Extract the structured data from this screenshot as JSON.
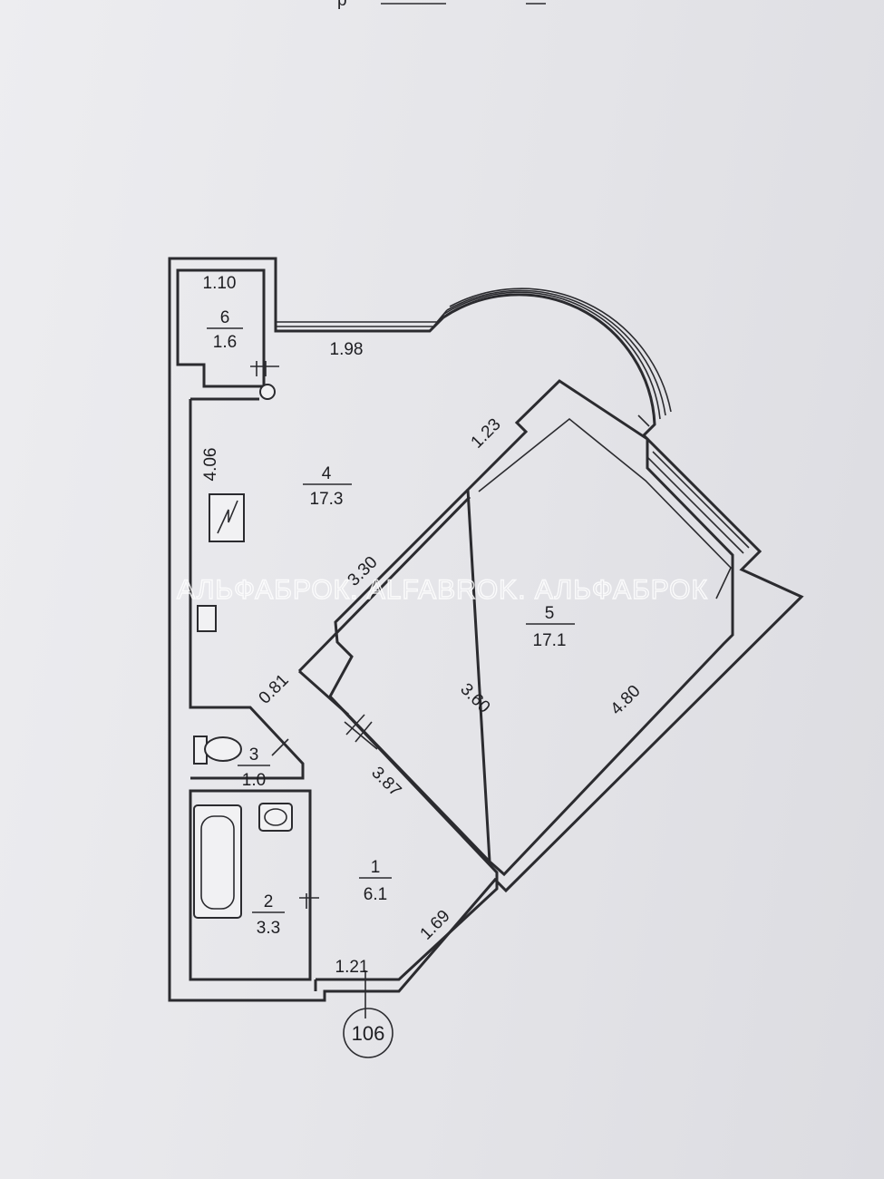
{
  "header_fragment": "р",
  "watermark": "АЛЬФАБРОК. ALFABROK. АЛЬФАБРОК",
  "apartment_number": "106",
  "rooms": [
    {
      "id": "1",
      "area": "6.1"
    },
    {
      "id": "2",
      "area": "3.3"
    },
    {
      "id": "3",
      "area": "1.0"
    },
    {
      "id": "4",
      "area": "17.3"
    },
    {
      "id": "5",
      "area": "17.1"
    },
    {
      "id": "6",
      "area": "1.6"
    }
  ],
  "dimensions": [
    "1.10",
    "1.98",
    "1.23",
    "4.06",
    "3.30",
    "0.81",
    "3.60",
    "4.80",
    "3.87",
    "1.69",
    "1.21"
  ]
}
